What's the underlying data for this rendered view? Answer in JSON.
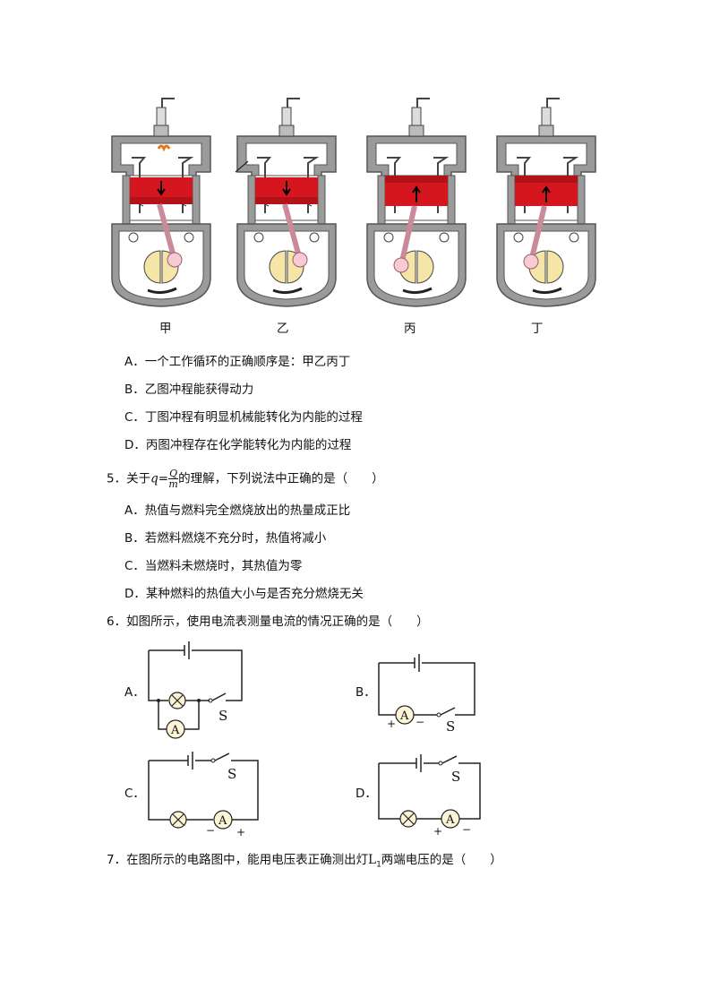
{
  "engine_figure": {
    "captions": [
      "甲",
      "乙",
      "丙",
      "丁"
    ]
  },
  "q4_options": [
    "A．一个工作循环的正确顺序是：甲乙丙丁",
    "B．乙图冲程能获得动力",
    "C．丁图冲程有明显机械能转化为内能的过程",
    "D．丙图冲程存在化学能转化为内能的过程"
  ],
  "q5": {
    "prefix": "5．关于",
    "formula_lhs": "q",
    "formula_eq": "=",
    "formula_num": "Q",
    "formula_den": "m",
    "suffix": "的理解，下列说法中正确的是（　　）",
    "options": [
      "A．热值与燃料完全燃烧放出的热量成正比",
      "B．若燃料燃烧不充分时，热值将减小",
      "C．当燃料未燃烧时，其热值为零",
      "D．某种燃料的热值大小与是否充分燃烧无关"
    ]
  },
  "q6": {
    "stem": "6．如图所示，使用电流表测量电流的情况正确的是（　　）",
    "option_labels": [
      "A．",
      "B．",
      "C．",
      "D．"
    ],
    "switch_label": "S",
    "ammeter_label": "A",
    "plus": "+",
    "minus": "−"
  },
  "q7": {
    "stem_before": "7．在图所示的电路图中，能用电压表正确测出灯",
    "lamp": "L",
    "lamp_sub": "1",
    "stem_after": "两端电压的是（　　）"
  }
}
